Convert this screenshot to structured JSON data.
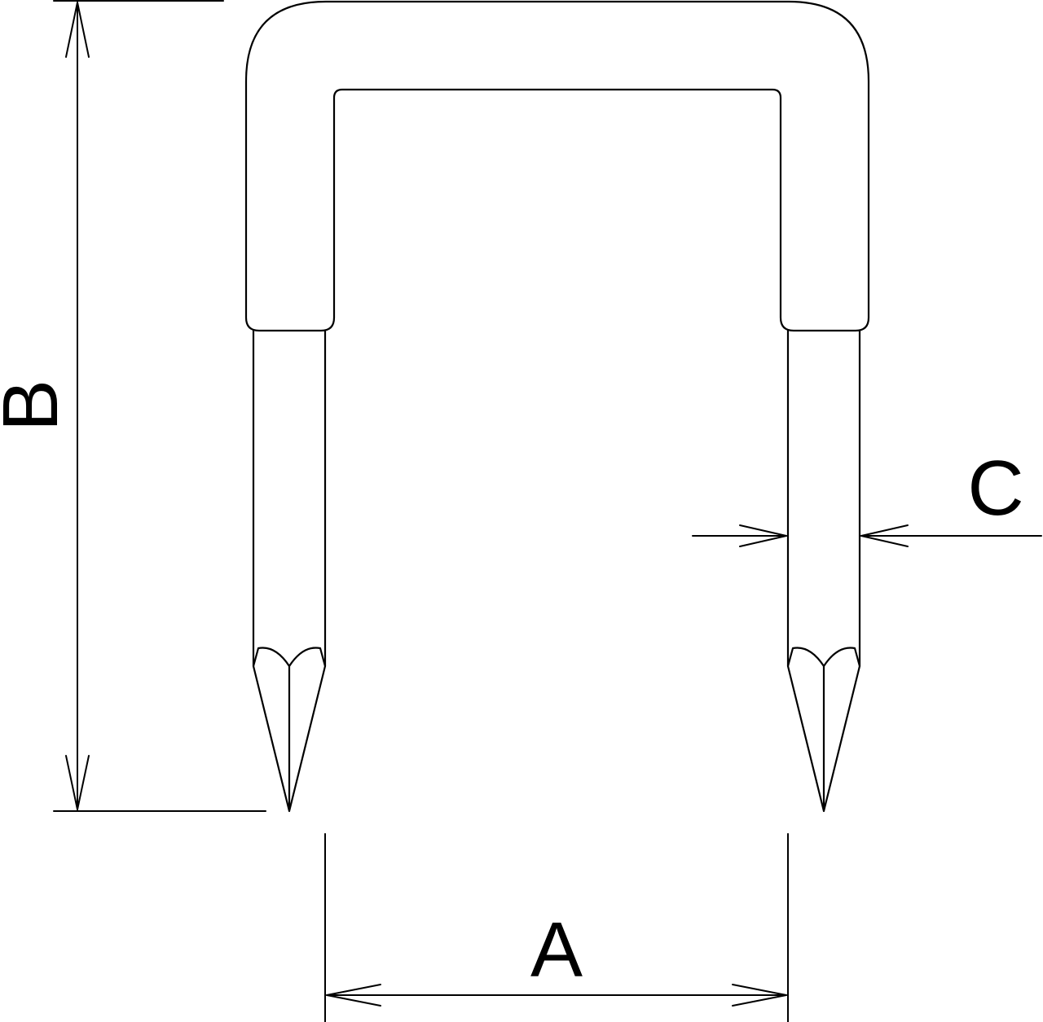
{
  "diagram": {
    "colors": {
      "stroke": "#000000",
      "background": "#ffffff"
    },
    "dimensions": {
      "a": {
        "label": "A"
      },
      "b": {
        "label": "B"
      },
      "c": {
        "label": "C"
      }
    }
  }
}
